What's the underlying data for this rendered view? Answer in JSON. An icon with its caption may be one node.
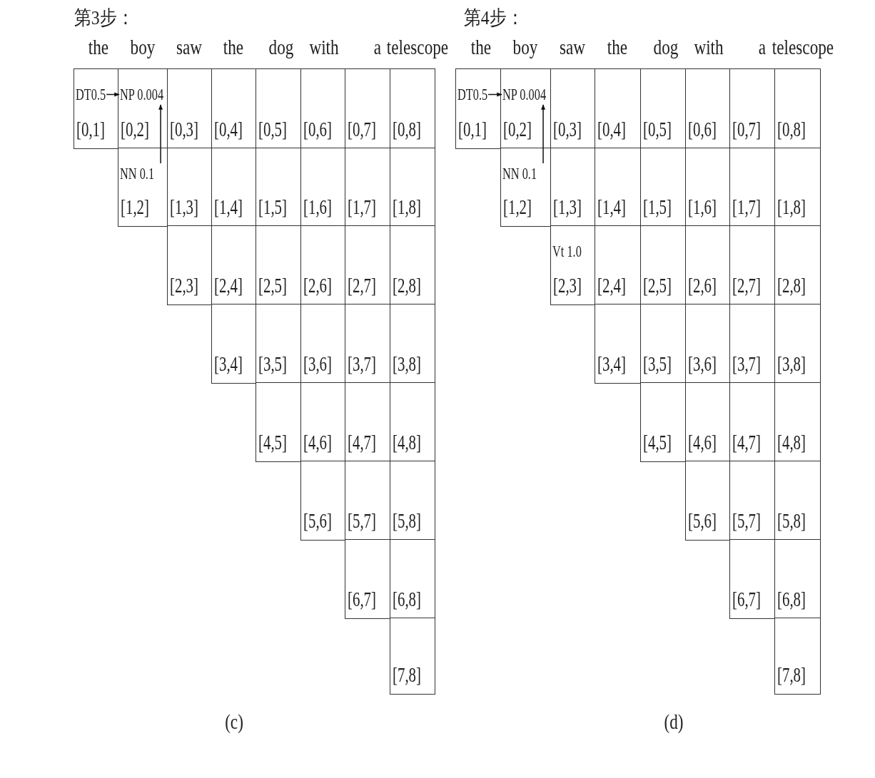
{
  "diagram": {
    "nodes": [
      {
        "text": [
          "[0,1]"
        ]
      },
      {
        "text": [
          "DT0.5"
        ],
        "in": 0
      },
      {
        "text": [
          "[0,2]"
        ]
      },
      {
        "text": [
          "NP 0.004"
        ],
        "in": 2
      },
      {
        "text": [
          "[0,3]"
        ]
      },
      {
        "text": [
          "[0,4]"
        ]
      },
      {
        "text": [
          "[0,5]"
        ]
      },
      {
        "text": [
          "[0,6]"
        ]
      },
      {
        "text": [
          "[0,7]"
        ]
      },
      {
        "text": [
          "[0,8]"
        ]
      },
      {
        "text": [
          "[1,2]"
        ]
      },
      {
        "text": [
          "NN 0.1"
        ],
        "in": 10
      },
      {
        "text": [
          "[1,3]"
        ]
      },
      {
        "text": [
          "[1,4]"
        ]
      },
      {
        "text": [
          "[1,5]"
        ]
      },
      {
        "text": [
          "[1,6]"
        ]
      },
      {
        "text": [
          "[1,7]"
        ]
      },
      {
        "text": [
          "[1,8]"
        ]
      },
      {
        "text": [
          "[2,3]"
        ]
      },
      {
        "text": [
          "[2,4]"
        ]
      },
      {
        "text": [
          "[2,5]"
        ]
      },
      {
        "text": [
          "[2,6]"
        ]
      },
      {
        "text": [
          "[2,7]"
        ]
      },
      {
        "text": [
          "[2,8]"
        ]
      },
      {
        "text": [
          "[3,4]"
        ]
      },
      {
        "text": [
          "[3,5]"
        ]
      },
      {
        "text": [
          "[3,6]"
        ]
      },
      {
        "text": [
          "[3,7]"
        ]
      },
      {
        "text": [
          "[3,8]"
        ]
      },
      {
        "text": [
          "[4,5]"
        ]
      },
      {
        "text": [
          "[4,6]"
        ]
      },
      {
        "text": [
          "[4,7]"
        ]
      },
      {
        "text": [
          "[4,8]"
        ]
      },
      {
        "text": [
          "[5,6]"
        ]
      },
      {
        "text": [
          "[5,7]"
        ]
      },
      {
        "text": [
          "[5,8]"
        ]
      },
      {
        "text": [
          "[6,7]"
        ]
      },
      {
        "text": [
          "[6,8]"
        ]
      },
      {
        "text": [
          "[7,8]"
        ]
      },
      {
        "text": [
          "[0,1]"
        ]
      },
      {
        "text": [
          "DT0.5"
        ],
        "in": 39
      },
      {
        "text": [
          "[0,2]"
        ]
      },
      {
        "text": [
          "NP 0.004"
        ],
        "in": 41
      },
      {
        "text": [
          "[0,3]"
        ]
      },
      {
        "text": [
          "[0,4]"
        ]
      },
      {
        "text": [
          "[0,5]"
        ]
      },
      {
        "text": [
          "[0,6]"
        ]
      },
      {
        "text": [
          "[0,7]"
        ]
      },
      {
        "text": [
          "[0,8]"
        ]
      },
      {
        "text": [
          "[1,2]"
        ]
      },
      {
        "text": [
          "NN 0.1"
        ],
        "in": 49
      },
      {
        "text": [
          "[1,3]"
        ]
      },
      {
        "text": [
          "[1,4]"
        ]
      },
      {
        "text": [
          "[1,5]"
        ]
      },
      {
        "text": [
          "[1,6]"
        ]
      },
      {
        "text": [
          "[1,7]"
        ]
      },
      {
        "text": [
          "[1,8]"
        ]
      },
      {
        "text": [
          "[2,3]"
        ]
      },
      {
        "text": [
          "Vt 1.0"
        ],
        "in": 57
      },
      {
        "text": [
          "[2,4]"
        ]
      },
      {
        "text": [
          "[2,5]"
        ]
      },
      {
        "text": [
          "[2,6]"
        ]
      },
      {
        "text": [
          "[2,7]"
        ]
      },
      {
        "text": [
          "[2,8]"
        ]
      },
      {
        "text": [
          "[3,4]"
        ]
      },
      {
        "text": [
          "[3,5]"
        ]
      },
      {
        "text": [
          "[3,6]"
        ]
      },
      {
        "text": [
          "[3,7]"
        ]
      },
      {
        "text": [
          "[3,8]"
        ]
      },
      {
        "text": [
          "[4,5]"
        ]
      },
      {
        "text": [
          "[4,6]"
        ]
      },
      {
        "text": [
          "[4,7]"
        ]
      },
      {
        "text": [
          "[4,8]"
        ]
      },
      {
        "text": [
          "[5,6]"
        ]
      },
      {
        "text": [
          "[5,7]"
        ]
      },
      {
        "text": [
          "[5,8]"
        ]
      },
      {
        "text": [
          "[6,7]"
        ]
      },
      {
        "text": [
          "[6,8]"
        ]
      },
      {
        "text": [
          "[7,8]"
        ]
      }
    ],
    "edges": [
      {
        "from": 1,
        "to": 3,
        "arrow": "to"
      },
      {
        "from": 11,
        "to": 3,
        "arrow": "to"
      },
      {
        "from": 40,
        "to": 42,
        "arrow": "to"
      },
      {
        "from": 50,
        "to": 42,
        "arrow": "to"
      }
    ],
    "labels": [
      "第3步：",
      "第4步：",
      "the",
      "boy",
      "saw",
      "the",
      "dog",
      "with",
      "a",
      "telescope",
      "the",
      "boy",
      "saw",
      "the",
      "dog",
      "with",
      "a",
      "telescope",
      "(c)",
      "(d)"
    ]
  }
}
